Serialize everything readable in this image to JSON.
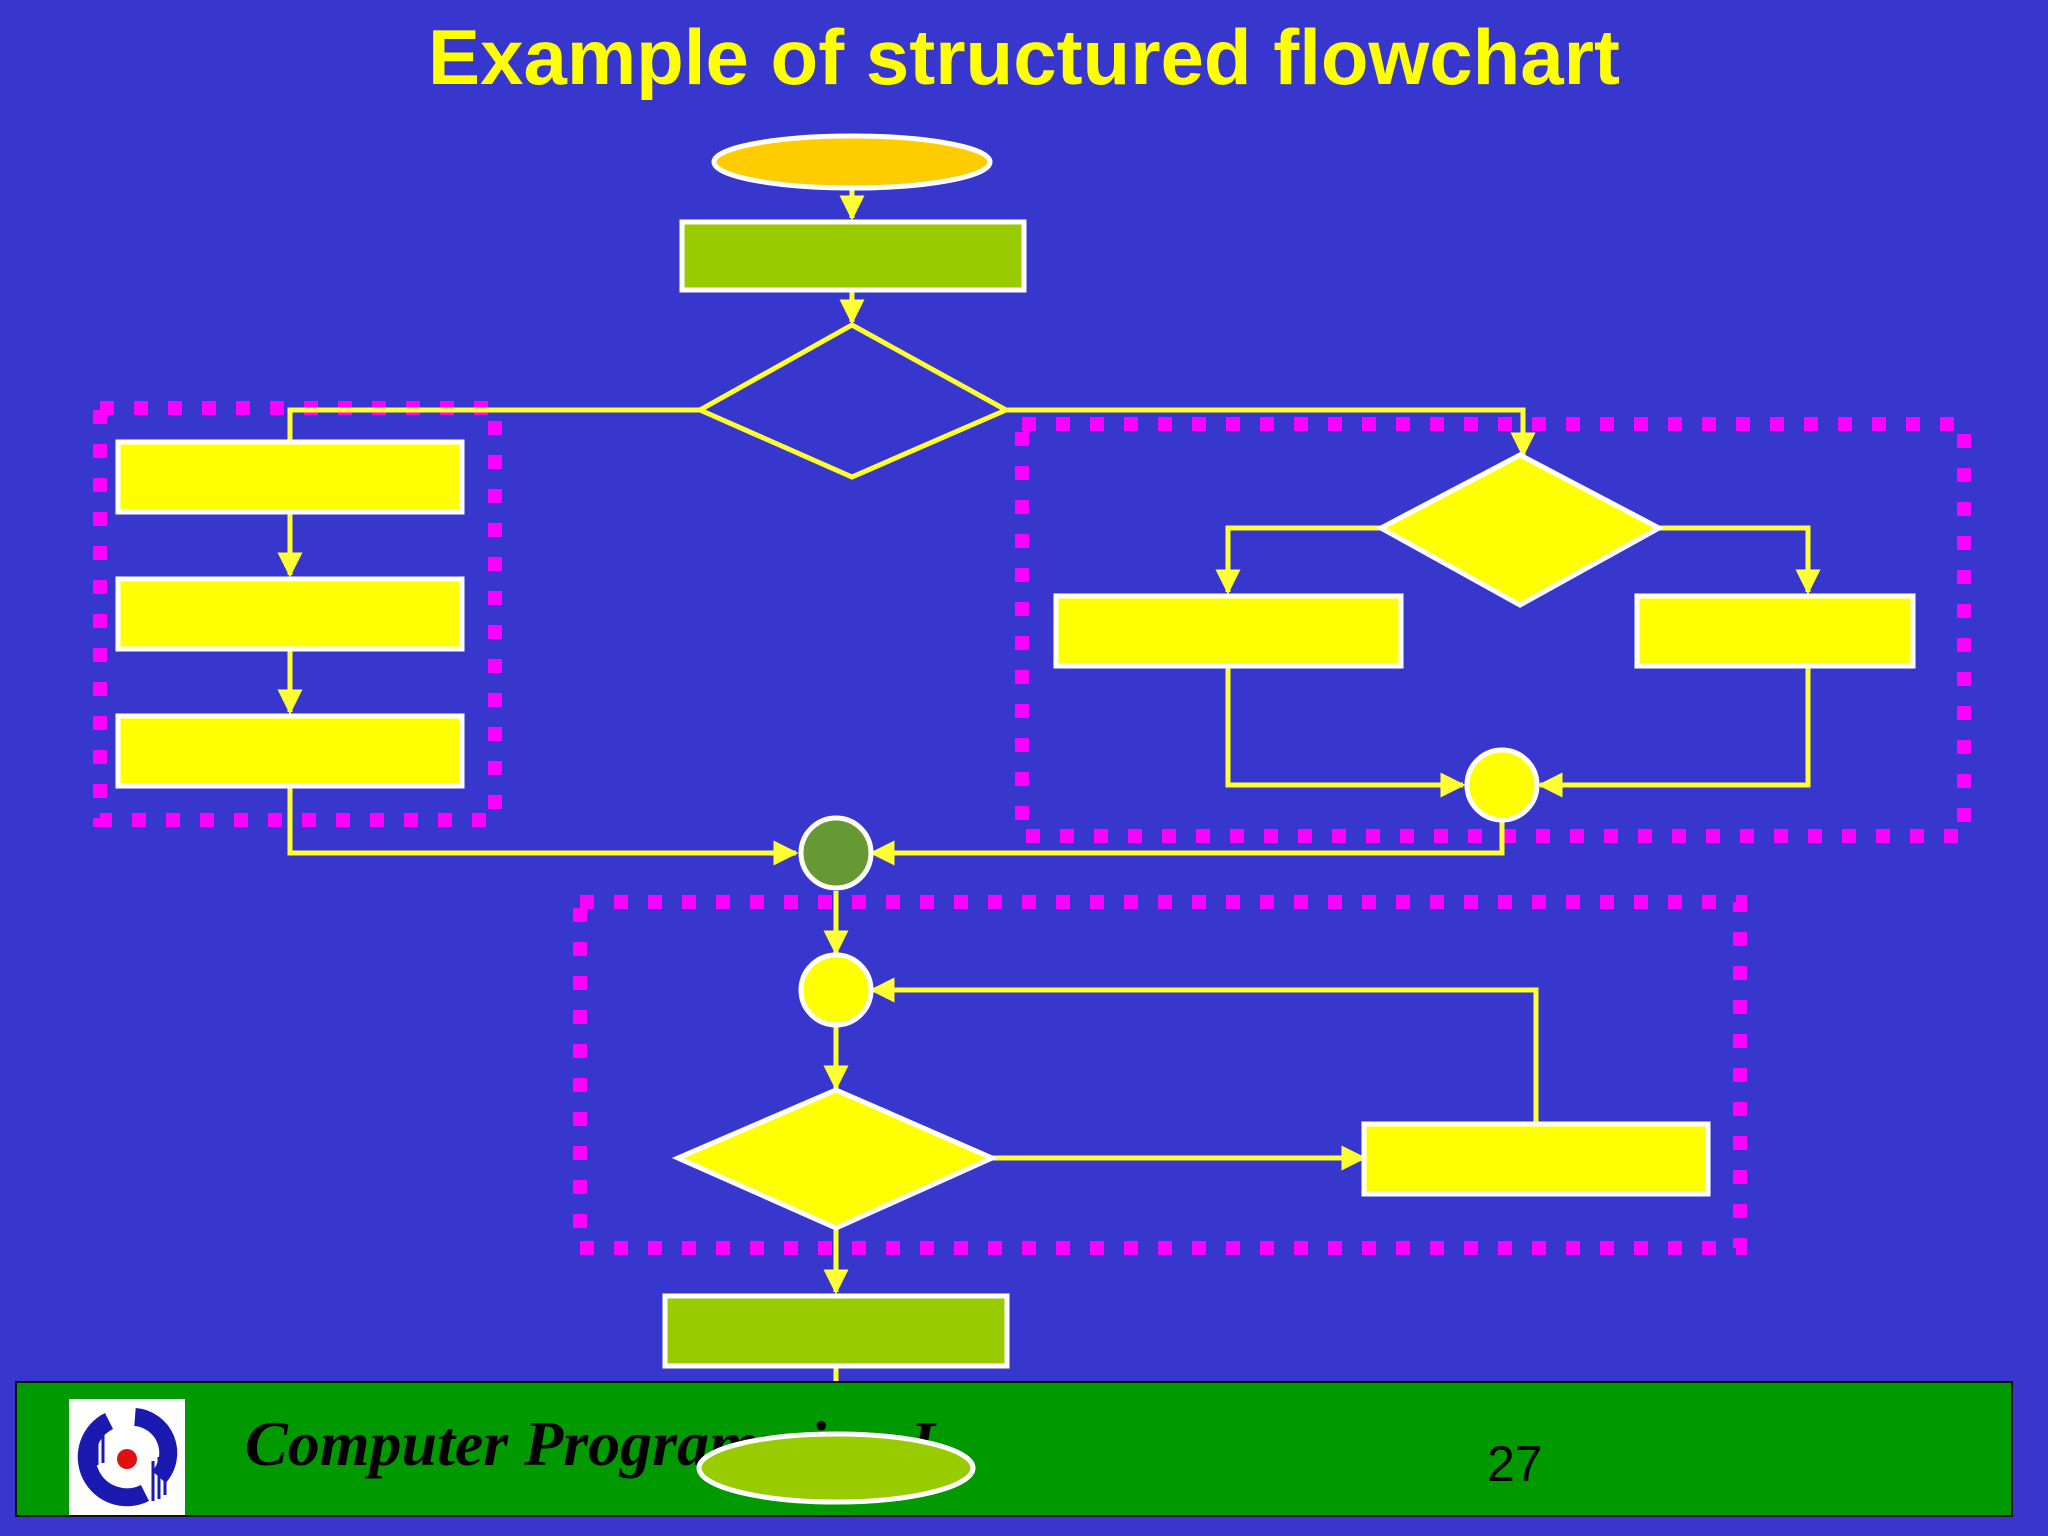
{
  "slide": {
    "title": "Example of structured flowchart",
    "footer_text": "Computer Programming I",
    "page_number": "27"
  },
  "colors": {
    "background": "#3737cd",
    "title": "#ffff00",
    "connector": "#ffff33",
    "shape_yellow": "#ffff00",
    "shape_green": "#99cc00",
    "terminal_start": "#ffcc00",
    "group_outline": "#ff00ff",
    "join_green": "#669933",
    "footer": "#009900"
  },
  "icons": {
    "logo": "university-logo-icon"
  }
}
